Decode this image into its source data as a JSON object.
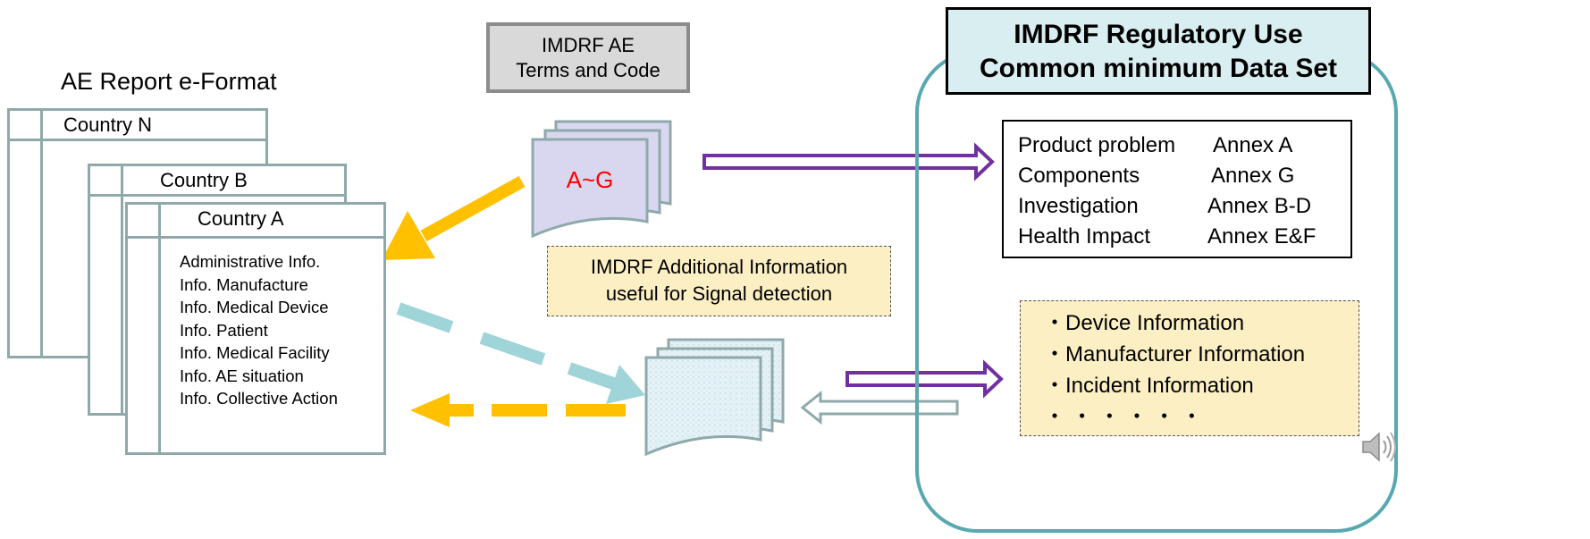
{
  "left_form": {
    "title": "AE Report e-Format",
    "countries": [
      "Country N",
      "Country B",
      "Country A"
    ],
    "fields": [
      "Administrative Info.",
      "Info. Manufacture",
      "Info. Medical Device",
      "Info. Patient",
      "Info. Medical Facility",
      "Info. AE situation",
      "Info. Collective Action"
    ]
  },
  "code_box": {
    "line1": "IMDRF AE",
    "line2": "Terms and Code"
  },
  "ag_document": {
    "label": "A~G"
  },
  "additional_info_box": {
    "line1": "IMDRF Additional Information",
    "line2": "useful for Signal detection"
  },
  "regulatory_panel": {
    "title_line1": "IMDRF Regulatory Use",
    "title_line2": "Common minimum Data Set",
    "annex_rows": [
      {
        "label": "Product problem",
        "annex": "Annex A"
      },
      {
        "label": "Components",
        "annex": "Annex G"
      },
      {
        "label": "Investigation",
        "annex": "Annex B-D"
      },
      {
        "label": "Health Impact",
        "annex": "Annex E&F"
      }
    ],
    "info_items": [
      "・Device Information",
      "・Manufacturer Information",
      "・Incident Information",
      "・ ・ ・ ・ ・ ・"
    ]
  },
  "colors": {
    "form_border": "#8fa9ab",
    "panel_border": "#59a8b0",
    "orange_arrow": "#ffc000",
    "teal_arrow": "#9fd4d8",
    "purple_arrow": "#7030a0",
    "ag_text": "#ff0000",
    "doc_fill": "#d9d6f0"
  },
  "icons": {
    "speaker": "speaker-icon"
  }
}
